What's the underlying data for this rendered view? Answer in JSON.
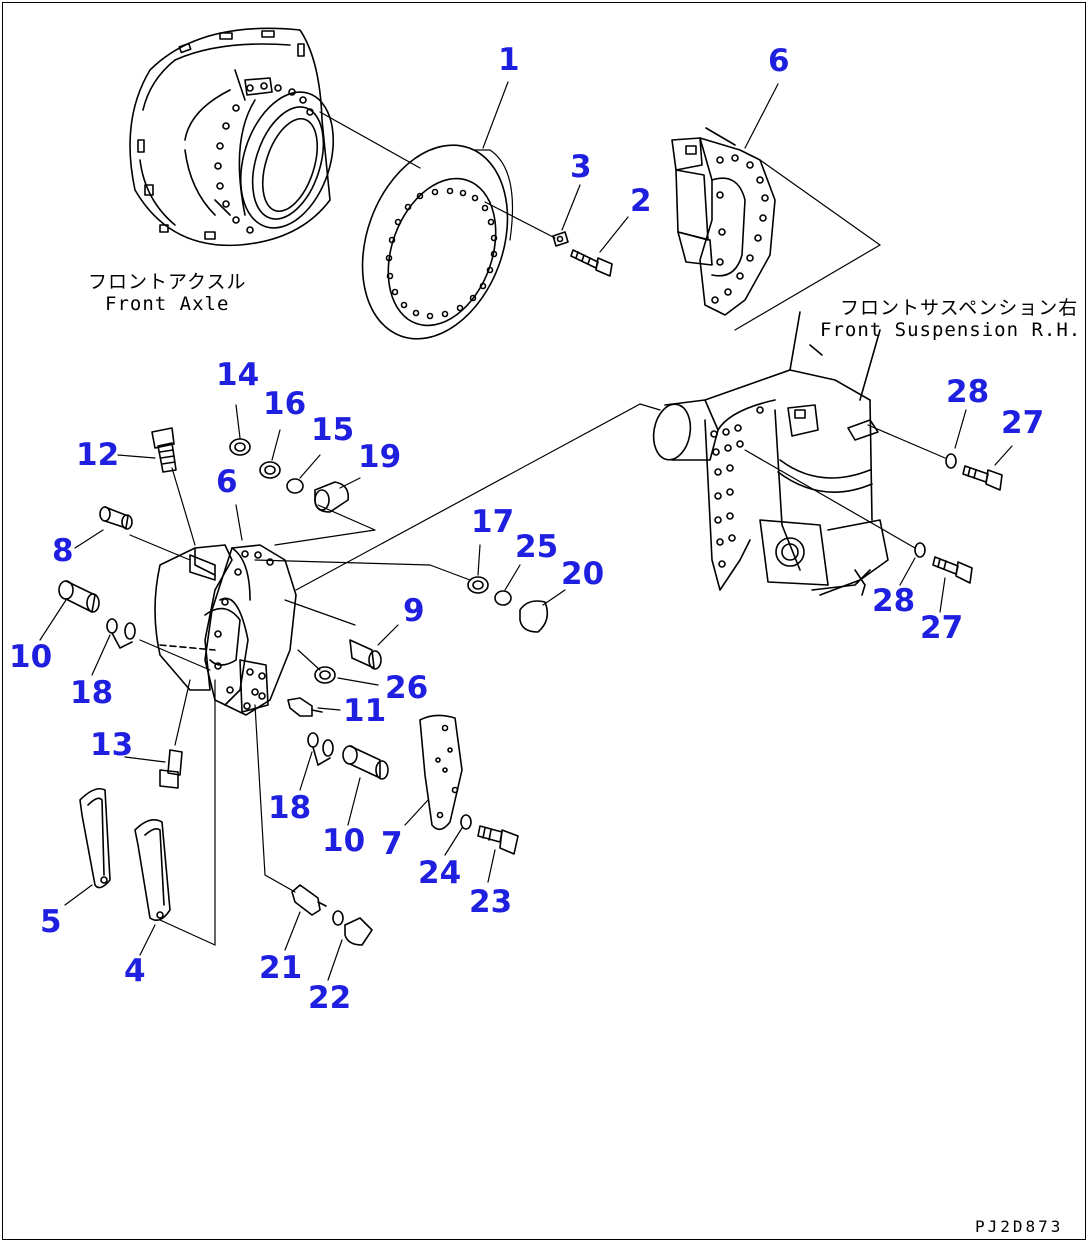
{
  "labels": {
    "front_axle_jp": "フロントアクスル",
    "front_axle_en": "Front Axle",
    "front_susp_jp": "フロントサスペンション右",
    "front_susp_en": "Front Suspension R.H."
  },
  "drawing_code": "PJ2D873",
  "callouts": {
    "c1": "1",
    "c2": "2",
    "c3": "3",
    "c4": "4",
    "c5": "5",
    "c6a": "6",
    "c6b": "6",
    "c7": "7",
    "c8": "8",
    "c9": "9",
    "c10a": "10",
    "c10b": "10",
    "c11": "11",
    "c12": "12",
    "c13": "13",
    "c14": "14",
    "c15": "15",
    "c16": "16",
    "c17": "17",
    "c18a": "18",
    "c18b": "18",
    "c19": "19",
    "c20": "20",
    "c21": "21",
    "c22": "22",
    "c23": "23",
    "c24": "24",
    "c25": "25",
    "c26": "26",
    "c27a": "27",
    "c27b": "27",
    "c28a": "28",
    "c28b": "28"
  },
  "colors": {
    "callout": "#1f1fe0",
    "line": "#000000"
  }
}
